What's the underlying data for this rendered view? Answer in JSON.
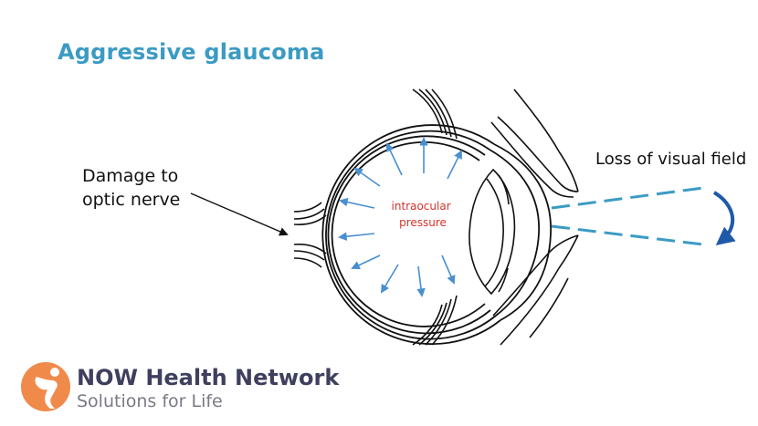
{
  "title": "Aggressive glaucoma",
  "labels": {
    "damage": [
      "Damage to",
      "optic nerve"
    ],
    "pressure": [
      "intraocular",
      "pressure"
    ],
    "loss": "Loss of visual field"
  },
  "logo": {
    "name": "NOW Health Network",
    "tagline": "Solutions for Life"
  },
  "colors": {
    "title": "#3b9bc4",
    "arrow": "#4a8fd0",
    "pressure_text": "#d7332b",
    "field_line": "#3b9bc4",
    "curve_arrow": "#1f5aa8",
    "logo_orange": "#f08a4b",
    "logo_text": "#3f3f5e"
  }
}
